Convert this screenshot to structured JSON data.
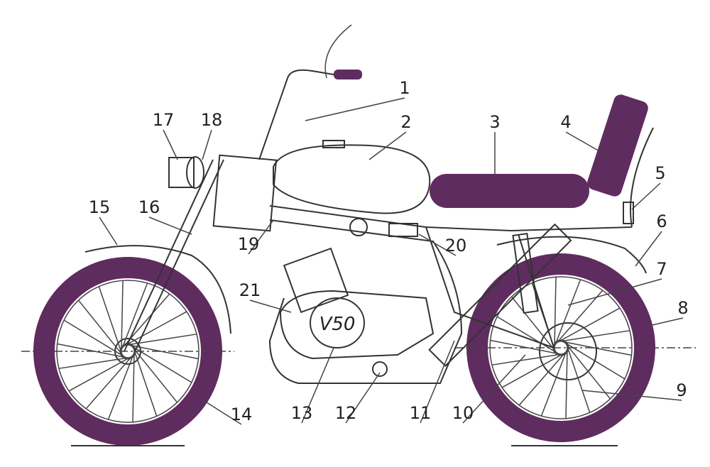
{
  "diagram": {
    "engine_badge": "V50",
    "accent_color": "#5f2c5f",
    "labels": [
      {
        "n": "1",
        "part": "handlebar"
      },
      {
        "n": "2",
        "part": "fuel-tank"
      },
      {
        "n": "3",
        "part": "seat"
      },
      {
        "n": "4",
        "part": "backrest"
      },
      {
        "n": "5",
        "part": "tail-light"
      },
      {
        "n": "6",
        "part": "rear-fender"
      },
      {
        "n": "7",
        "part": "rear-shock"
      },
      {
        "n": "8",
        "part": "rear-tire"
      },
      {
        "n": "9",
        "part": "rear-hub"
      },
      {
        "n": "10",
        "part": "chain-guard"
      },
      {
        "n": "11",
        "part": "swingarm"
      },
      {
        "n": "12",
        "part": "footpeg"
      },
      {
        "n": "13",
        "part": "engine-cover"
      },
      {
        "n": "14",
        "part": "front-tire"
      },
      {
        "n": "15",
        "part": "front-fender"
      },
      {
        "n": "16",
        "part": "front-fork"
      },
      {
        "n": "17",
        "part": "headlight"
      },
      {
        "n": "18",
        "part": "headlight-mount"
      },
      {
        "n": "19",
        "part": "frame"
      },
      {
        "n": "20",
        "part": "battery-box"
      },
      {
        "n": "21",
        "part": "crankcase"
      }
    ]
  }
}
